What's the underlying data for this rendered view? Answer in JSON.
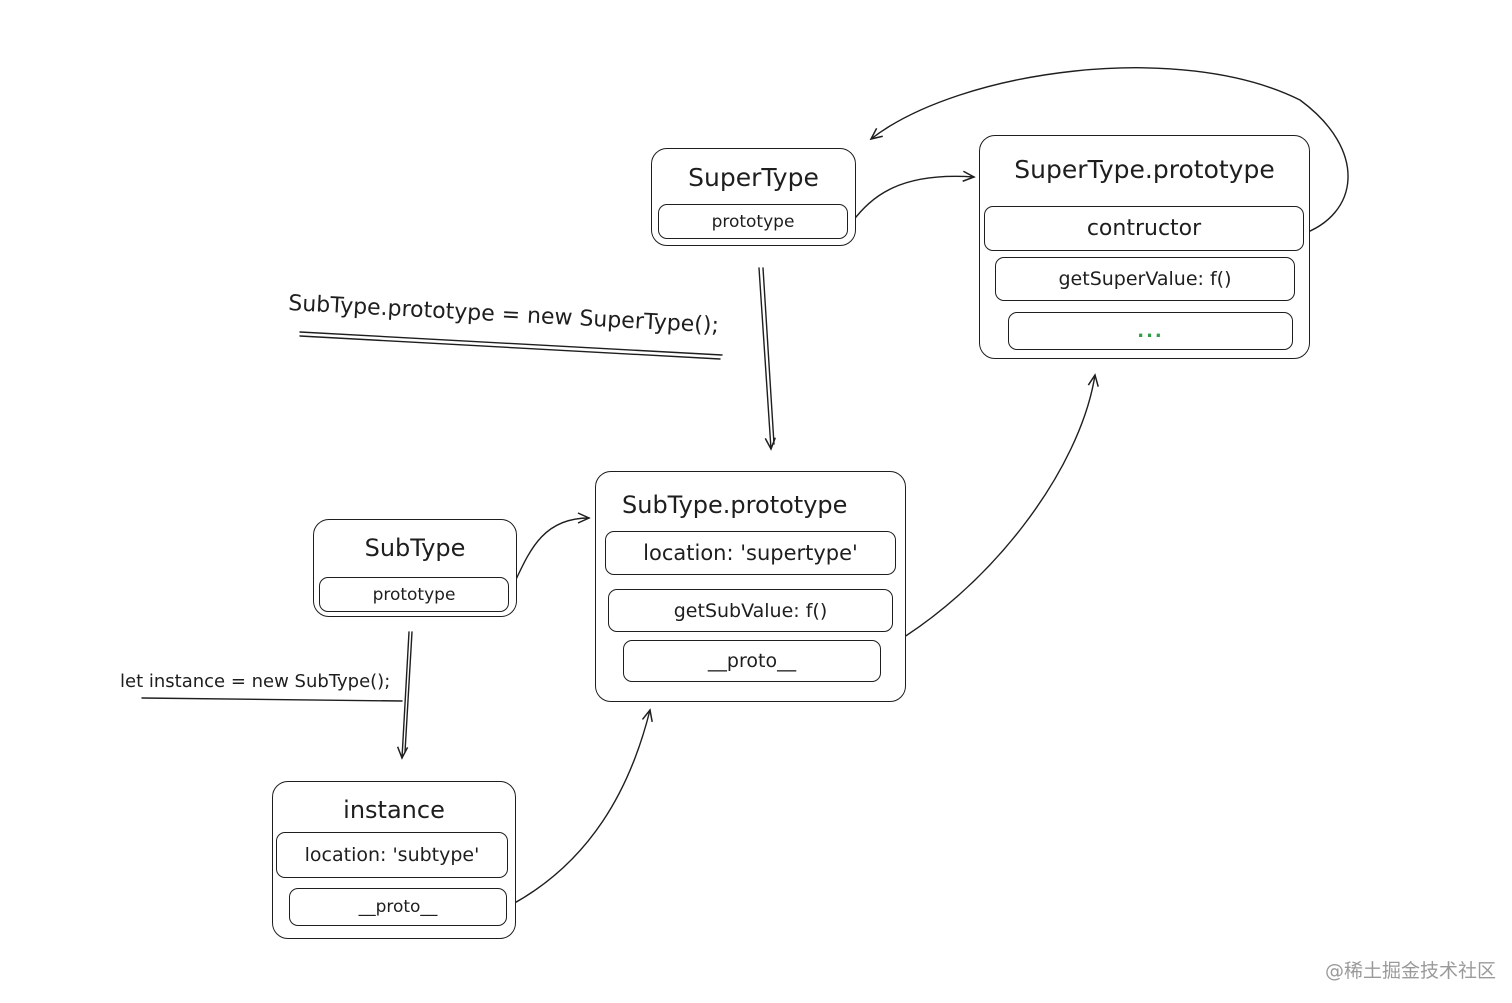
{
  "supertype": {
    "title": "SuperType",
    "prototype_field": "prototype"
  },
  "supertype_prototype": {
    "title": "SuperType.prototype",
    "constructor_field": "contructor",
    "method_field": "getSuperValue: f()",
    "more_field": "..."
  },
  "subtype": {
    "title": "SubType",
    "prototype_field": "prototype"
  },
  "subtype_prototype": {
    "title": "SubType.prototype",
    "location_field": "location: 'supertype'",
    "method_field": "getSubValue: f()",
    "proto_field": "__proto__"
  },
  "instance": {
    "title": "instance",
    "location_field": "location: 'subtype'",
    "proto_field": "__proto__"
  },
  "annotations": {
    "prototype_assignment": "SubType.prototype = new SuperType();",
    "instance_creation": "let instance = new SubType();"
  },
  "watermark": "@稀土掘金技术社区",
  "colors": {
    "stroke": "#1e1e1e",
    "ellipsis": "#2f9e44",
    "watermark": "#9a9a9a"
  }
}
